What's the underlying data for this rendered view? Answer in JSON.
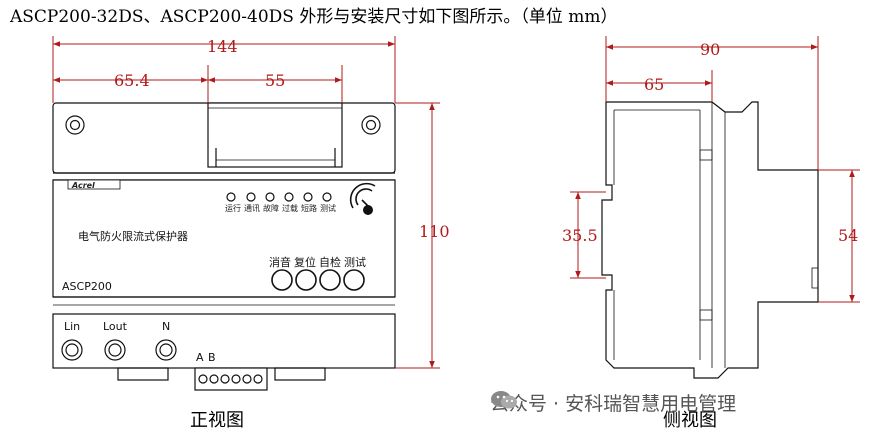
{
  "header": {
    "caption": "ASCP200-32DS、ASCP200-40DS 外形与安装尺寸如下图所示。（单位 mm）"
  },
  "front_view": {
    "caption": "正视图",
    "dimensions": {
      "overall_width": "144",
      "left_offset": "65.4",
      "window_width": "55",
      "height": "110"
    },
    "brand": "Acrel",
    "product_name": "电气防火限流式保护器",
    "model": "ASCP200",
    "indicators": [
      "运行",
      "通讯",
      "故障",
      "过载",
      "短路",
      "测试"
    ],
    "buttons": [
      "消音",
      "复位",
      "自检",
      "测试"
    ],
    "terminals": [
      "Lin",
      "Lout",
      "N"
    ],
    "bus_labels": [
      "A",
      "B"
    ]
  },
  "side_view": {
    "caption": "侧视图",
    "dimensions": {
      "overall_depth": "90",
      "front_depth": "65",
      "rail_height": "35.5",
      "front_height": "54"
    }
  },
  "watermark": {
    "text": "公众号 · 安科瑞智慧用电管理"
  }
}
